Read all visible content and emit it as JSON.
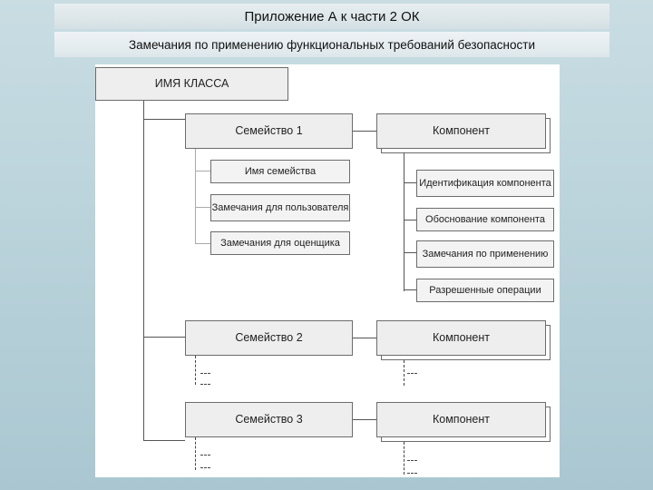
{
  "header": {
    "title": "Приложение А к части 2 ОК",
    "subtitle": "Замечания по применению функциональных требований безопасности"
  },
  "diagram": {
    "class_name": "ИМЯ КЛАССА",
    "families": [
      {
        "label": "Семейство 1",
        "component": "Компонент",
        "family_items": [
          "Имя семейства",
          "Замечания для пользователя",
          "Замечания для оценщика"
        ],
        "component_items": [
          "Идентификация компонента",
          "Обоснование компонента",
          "Замечания по применению",
          "Разрешенные операции"
        ]
      },
      {
        "label": "Семейство 2",
        "component": "Компонент"
      },
      {
        "label": "Семейство 3",
        "component": "Компонент"
      }
    ]
  }
}
